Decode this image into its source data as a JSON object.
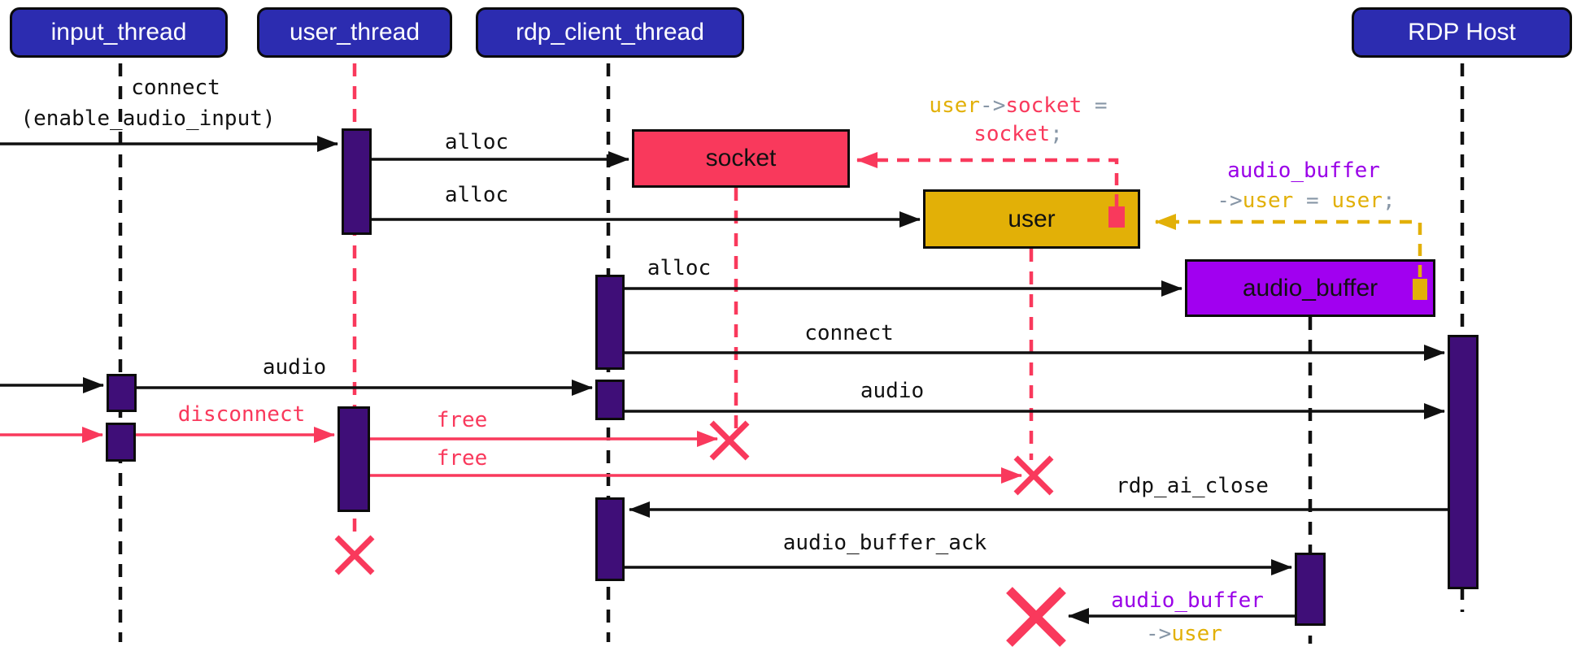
{
  "colors": {
    "header_bg": "#2C2CB0",
    "activation_bar": "#3F0E78",
    "socket_pink": "#F9395C",
    "user_gold": "#E2B007",
    "buffer_violet": "#A100F0",
    "code_gray": "#8796A6",
    "annotation_purple": "#9A00E8",
    "line_black": "#101010"
  },
  "participants": [
    {
      "label": "input_thread"
    },
    {
      "label": "user_thread"
    },
    {
      "label": "rdp_client_thread"
    },
    {
      "label": "RDP Host"
    }
  ],
  "objects": [
    {
      "label": "socket"
    },
    {
      "label": "user"
    },
    {
      "label": "audio_buffer"
    }
  ],
  "messages": {
    "connect_label": "connect",
    "connect_args": "(enable_audio_input)",
    "alloc_socket": "alloc",
    "alloc_user": "alloc",
    "alloc_audio_buffer": "alloc",
    "connect_host": "connect",
    "audio_in": "audio",
    "audio_out": "audio",
    "disconnect": "disconnect",
    "free_socket": "free",
    "free_user": "free",
    "rdp_ai_close": "rdp_ai_close",
    "audio_buffer_ack": "audio_buffer_ack"
  },
  "annotations": {
    "socket_assign": {
      "user": "user",
      "arrow": "->",
      "field": "socket",
      "eq": " =",
      "value": "socket",
      "semi": ";"
    },
    "user_assign": {
      "obj": "audio_buffer",
      "arrow": "->",
      "field": "user",
      "eq": " = ",
      "value": "user",
      "semi": ";"
    },
    "dangling": {
      "obj": "audio_buffer",
      "arrow": "->",
      "field": "user"
    }
  }
}
